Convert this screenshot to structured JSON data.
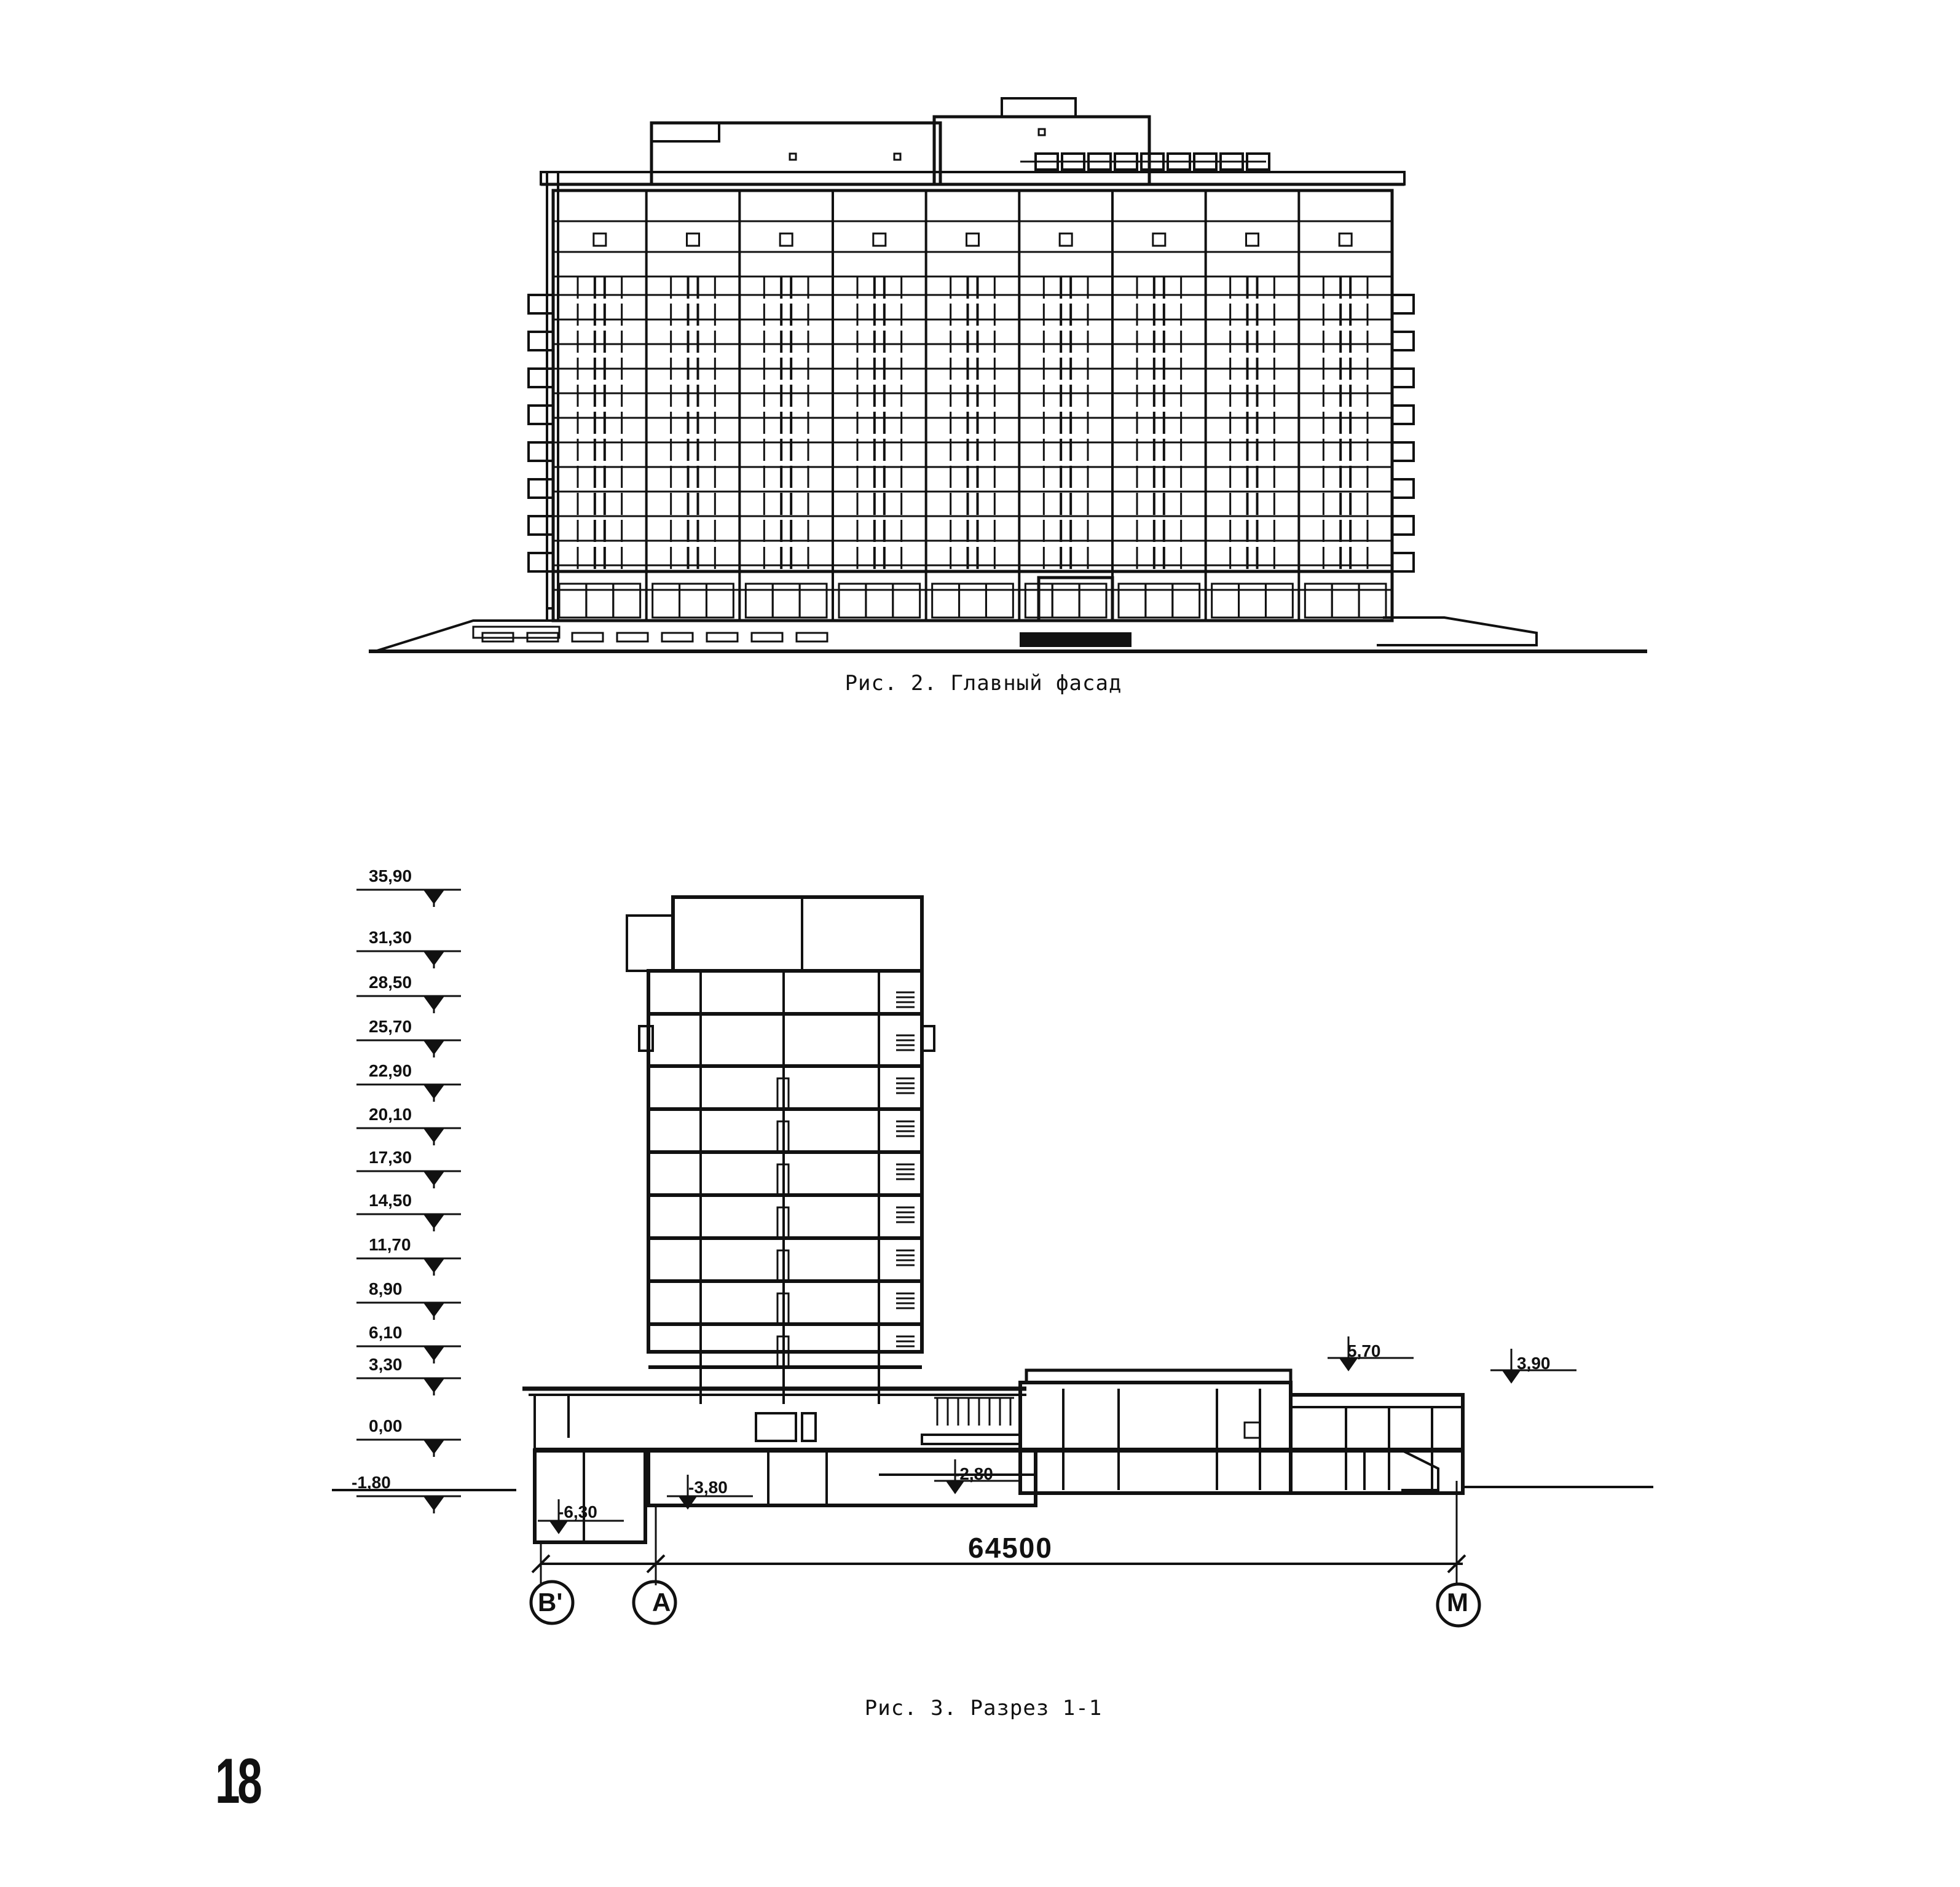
{
  "page_number": "18",
  "figures": {
    "facade": {
      "caption": "Рис. 2. Главный фасад"
    },
    "section": {
      "caption": "Рис. 3. Разрез 1-1",
      "elevations": [
        "35,90",
        "31,30",
        "28,50",
        "25,70",
        "22,90",
        "20,10",
        "17,30",
        "14,50",
        "11,70",
        "8,90",
        "6,10",
        "3,30",
        "0,00",
        "-1,80"
      ],
      "level_marks": {
        "a": "5,70",
        "b": "3,90",
        "c": "-2,80",
        "d": "-3,80",
        "e": "-6,30"
      },
      "dimension": "64500",
      "axes": [
        "В'",
        "А",
        "М"
      ]
    }
  }
}
